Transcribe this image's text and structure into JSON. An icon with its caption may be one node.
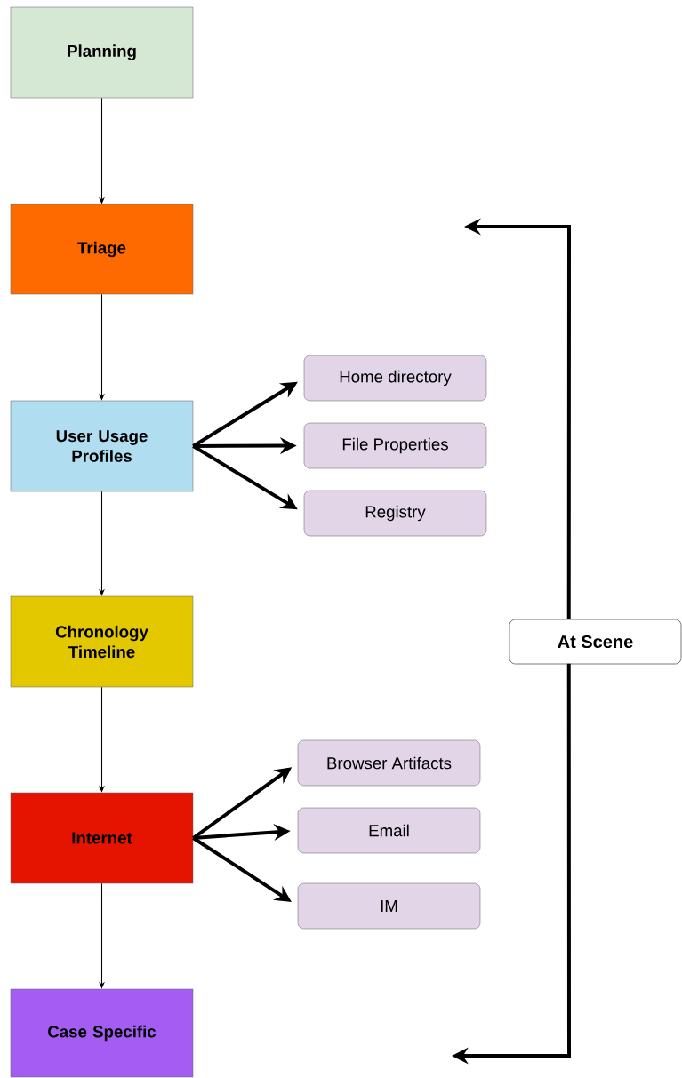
{
  "diagram": {
    "nodes": [
      {
        "text": [
          "Planning"
        ]
      },
      {
        "text": [
          "Triage"
        ]
      },
      {
        "text": [
          "User Usage Profiles"
        ]
      },
      {
        "text": [
          "Chronology Timeline"
        ]
      },
      {
        "text": [
          "Internet"
        ]
      },
      {
        "text": [
          "Case Specific"
        ]
      },
      {
        "text": [
          "Home directory"
        ]
      },
      {
        "text": [
          "File Properties"
        ]
      },
      {
        "text": [
          "Registry"
        ]
      },
      {
        "text": [
          "Browser Artifacts"
        ]
      },
      {
        "text": [
          "Email"
        ]
      },
      {
        "text": [
          "IM"
        ]
      },
      {
        "text": [
          "At Scene"
        ]
      }
    ],
    "edges": [
      {
        "from": 0,
        "to": 1,
        "arrow": "to"
      },
      {
        "from": 1,
        "to": 2,
        "arrow": "to"
      },
      {
        "from": 2,
        "to": 3,
        "arrow": "to"
      },
      {
        "from": 3,
        "to": 4,
        "arrow": "to"
      },
      {
        "from": 4,
        "to": 5,
        "arrow": "to"
      },
      {
        "from": 2,
        "to": 6,
        "arrow": "to"
      },
      {
        "from": 2,
        "to": 7,
        "arrow": "to"
      },
      {
        "from": 2,
        "to": 8,
        "arrow": "to"
      },
      {
        "from": 4,
        "to": 9,
        "arrow": "to"
      },
      {
        "from": 4,
        "to": 10,
        "arrow": "to"
      },
      {
        "from": 4,
        "to": 11,
        "arrow": "to"
      },
      {
        "from": 12,
        "to": null,
        "arrow": "to"
      },
      {
        "from": 12,
        "to": null,
        "arrow": "to"
      }
    ]
  }
}
